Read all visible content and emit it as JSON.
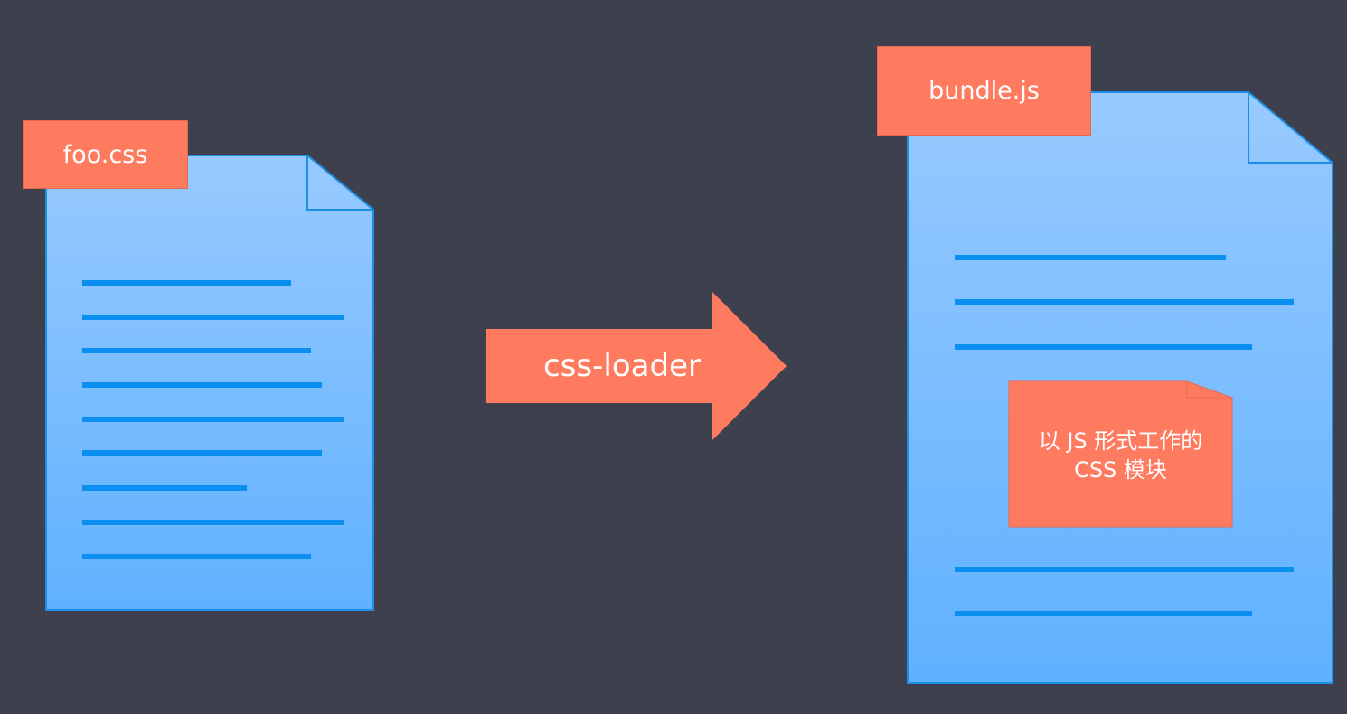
{
  "source_file": {
    "label": "foo.css"
  },
  "loader": {
    "label": "css-loader"
  },
  "output_file": {
    "label": "bundle.js"
  },
  "inner_module": {
    "line1": "以 JS 形式工作的",
    "line2": "CSS 模块"
  },
  "colors": {
    "background": "#3e414d",
    "document_fill_top": "#98caff",
    "document_fill_bottom": "#5fb1ff",
    "document_border": "#1e8fe6",
    "text_line": "#0a8ff0",
    "accent": "#ff7b60"
  }
}
